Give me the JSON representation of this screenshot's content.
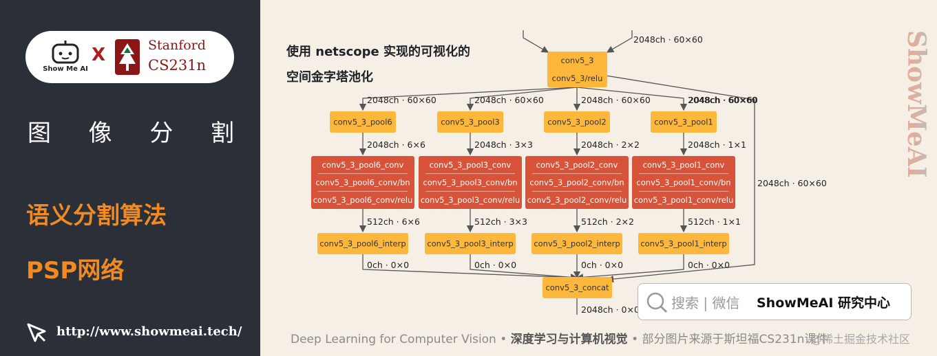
{
  "left_panel": {
    "brand_small": "Show Me AI",
    "cross": "X",
    "stanford_name": "Stanford",
    "course_code": "CS231n",
    "section_title_chars": [
      "图",
      "像",
      "分",
      "割"
    ],
    "topic_1": "语义分割算法",
    "topic_2": "PSP网络",
    "url": "http://www.showmeai.tech/"
  },
  "diagram": {
    "caption_1": "使用 netscope 实现的可视化的",
    "caption_2": "空间金字塔池化",
    "top_input_label": "2048ch · 60×60",
    "conv_top": [
      "conv5_3",
      "conv5_3/relu"
    ],
    "branches": [
      {
        "pool": "conv5_3_pool6",
        "in_label": "2048ch · 60×60",
        "pool_out_label": "2048ch · 6×6",
        "convs": [
          "conv5_3_pool6_conv",
          "conv5_3_pool6_conv/bn",
          "conv5_3_pool6_conv/relu"
        ],
        "conv_out_label": "512ch · 6×6",
        "interp": "conv5_3_pool6_interp",
        "interp_out_label": "0ch · 0×0"
      },
      {
        "pool": "conv5_3_pool3",
        "in_label": "2048ch · 60×60",
        "pool_out_label": "2048ch · 3×3",
        "convs": [
          "conv5_3_pool3_conv",
          "conv5_3_pool3_conv/bn",
          "conv5_3_pool3_conv/relu"
        ],
        "conv_out_label": "512ch · 3×3",
        "interp": "conv5_3_pool3_interp",
        "interp_out_label": "0ch · 0×0"
      },
      {
        "pool": "conv5_3_pool2",
        "in_label": "2048ch · 60×60",
        "pool_out_label": "2048ch · 2×2",
        "convs": [
          "conv5_3_pool2_conv",
          "conv5_3_pool2_conv/bn",
          "conv5_3_pool2_conv/relu"
        ],
        "conv_out_label": "512ch · 2×2",
        "interp": "conv5_3_pool2_interp",
        "interp_out_label": "0ch · 0×0"
      },
      {
        "pool": "conv5_3_pool1",
        "in_label": "2048ch · 60×60",
        "pool_out_label": "2048ch · 1×1",
        "convs": [
          "conv5_3_pool1_conv",
          "conv5_3_pool1_conv/bn",
          "conv5_3_pool1_conv/relu"
        ],
        "conv_out_label": "512ch · 1×1",
        "interp": "conv5_3_pool1_interp",
        "interp_out_label": "0ch · 0×0"
      }
    ],
    "skip_label_top": "2048ch · 60×60",
    "skip_label_side": "2048ch · 60×60",
    "concat": "conv5_3_concat",
    "concat_out_label": "2048ch · 0×0",
    "colors": {
      "orange_node": "#fdb73b",
      "red_node": "#d7533a",
      "line": "#555555"
    }
  },
  "watermark": "ShowMeAI",
  "search": {
    "text": "搜索 | 微信",
    "brand": "ShowMeAI 研究中心"
  },
  "footer": {
    "course_en": "Deep Learning for Computer Vision",
    "sep": "•",
    "course_cn": "深度学习与计算机视觉",
    "source": "部分图片来源于斯坦福CS231n课件",
    "credit": "@稀土掘金技术社区"
  }
}
